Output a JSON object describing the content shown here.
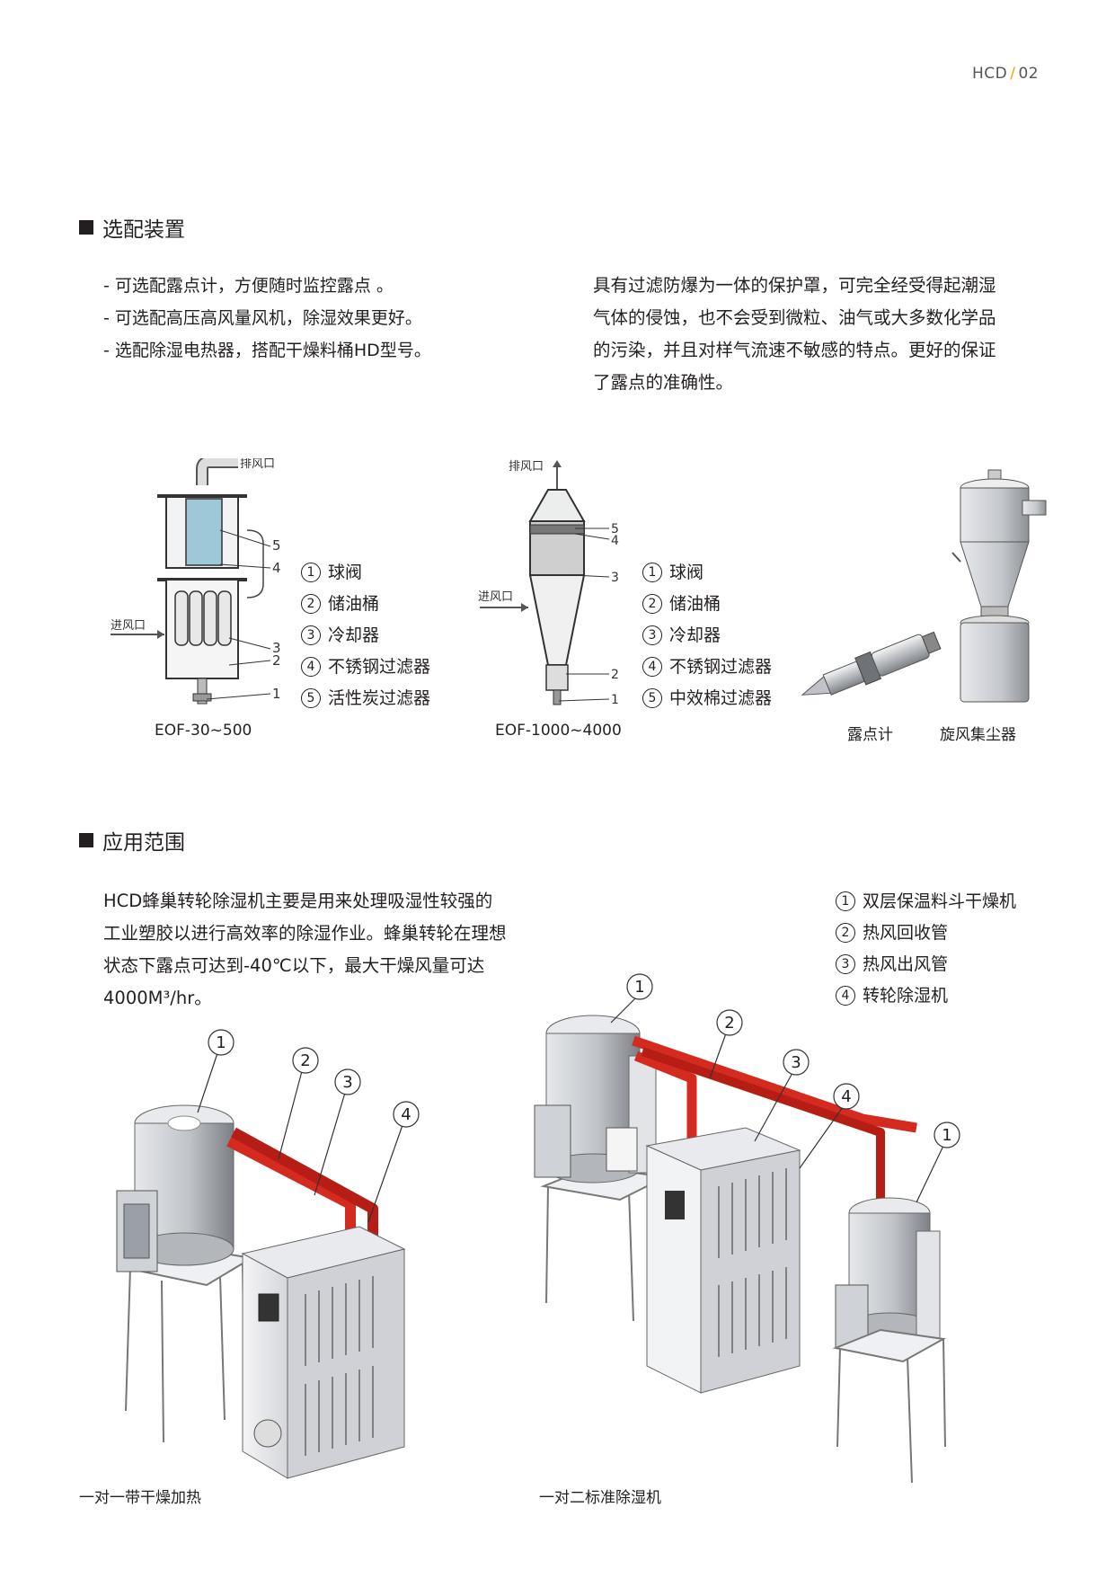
{
  "header": {
    "brand": "HCD",
    "page": "02"
  },
  "section1": {
    "title": "选配装置",
    "bullets": [
      "- 可选配露点计，方便随时监控露点 。",
      "- 可选配高压高风量风机，除湿效果更好。",
      "- 选配除湿电热器，搭配干燥料桶HD型号。"
    ],
    "description_lines": [
      "具有过滤防爆为一体的保护罩，可完全经受得起潮湿",
      "气体的侵蚀，也不会受到微粒、油气或大多数化学品",
      "的污染，并且对样气流速不敏感的特点。更好的保证",
      "了露点的准确性。"
    ],
    "diagram1": {
      "caption": "EOF-30~500",
      "exhaust_label": "排风口",
      "inlet_label": "进风口",
      "callouts": [
        "5",
        "4",
        "3",
        "2",
        "1"
      ],
      "legend": [
        {
          "num": "1",
          "text": "球阀"
        },
        {
          "num": "2",
          "text": "储油桶"
        },
        {
          "num": "3",
          "text": "冷却器"
        },
        {
          "num": "4",
          "text": "不锈钢过滤器"
        },
        {
          "num": "5",
          "text": "活性炭过滤器"
        }
      ]
    },
    "diagram2": {
      "caption": "EOF-1000~4000",
      "exhaust_label": "排风口",
      "inlet_label": "进风口",
      "callouts": [
        "5",
        "4",
        "3",
        "2",
        "1"
      ],
      "legend": [
        {
          "num": "1",
          "text": "球阀"
        },
        {
          "num": "2",
          "text": "储油桶"
        },
        {
          "num": "3",
          "text": "冷却器"
        },
        {
          "num": "4",
          "text": "不锈钢过滤器"
        },
        {
          "num": "5",
          "text": "中效棉过滤器"
        }
      ]
    },
    "product_captions": {
      "dewpoint": "露点计",
      "cyclone": "旋风集尘器"
    }
  },
  "section2": {
    "title": "应用范围",
    "description_lines": [
      "HCD蜂巢转轮除湿机主要是用来处理吸湿性较强的",
      "工业塑胶以进行高效率的除湿作业。蜂巢转轮在理想",
      "状态下露点可达到-40℃以下，最大干燥风量可达",
      "4000M³/hr。"
    ],
    "legend": [
      {
        "num": "1",
        "text": "双层保温料斗干燥机"
      },
      {
        "num": "2",
        "text": "热风回收管"
      },
      {
        "num": "3",
        "text": "热风出风管"
      },
      {
        "num": "4",
        "text": "转轮除湿机"
      }
    ],
    "figure_left_caption": "一对一带干燥加热",
    "figure_right_caption": "一对二标准除湿机",
    "left_callouts": [
      "1",
      "2",
      "3",
      "4"
    ],
    "right_callouts": [
      "1",
      "2",
      "3",
      "4",
      "1"
    ]
  },
  "colors": {
    "accent": "#e6a400",
    "pipe": "#d42a1f",
    "text": "#231f20",
    "metal": "#c9ccd1"
  }
}
